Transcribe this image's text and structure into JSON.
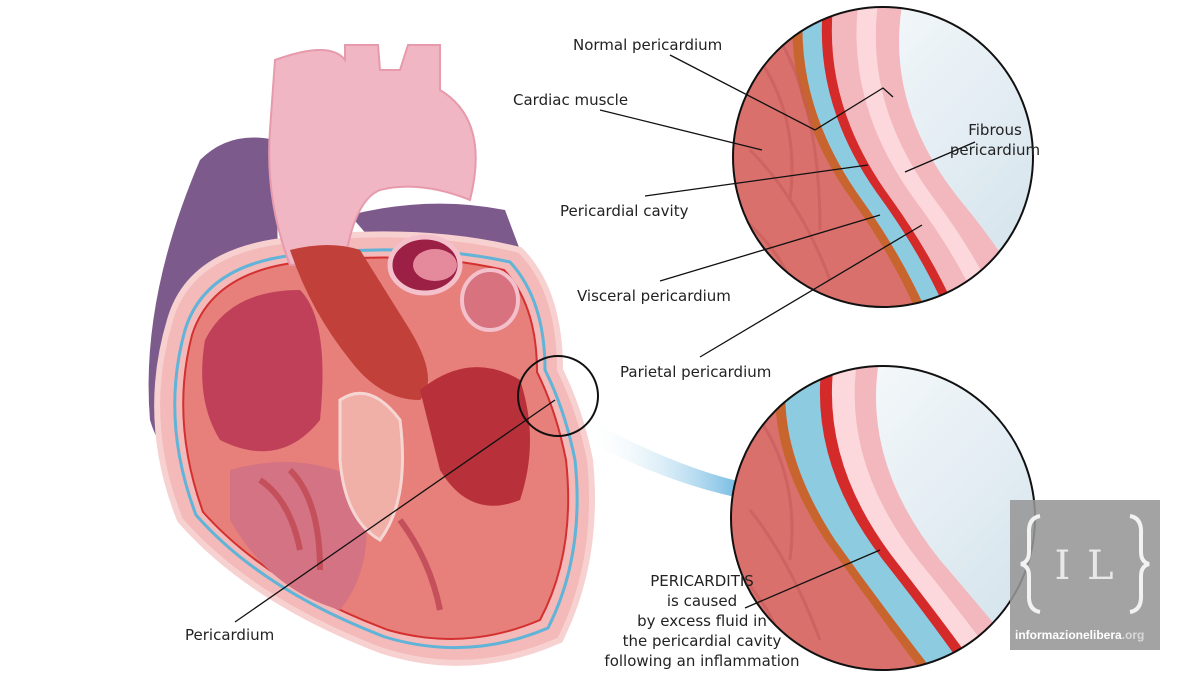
{
  "labels": {
    "normal_pericardium": "Normal pericardium",
    "cardiac_muscle": "Cardiac muscle",
    "fibrous_pericardium_1": "Fibrous",
    "fibrous_pericardium_2": "pericardium",
    "pericardial_cavity": "Pericardial cavity",
    "visceral_pericardium": "Visceral pericardium",
    "parietal_pericardium": "Parietal pericardium",
    "pericardium": "Pericardium"
  },
  "pericarditis_note": [
    "PERICARDITIS",
    "is caused",
    "by excess fluid in",
    "the pericardial cavity",
    "following an inflammation"
  ],
  "watermark": {
    "logo_letters": "I L",
    "site_name": "informazionelibera",
    "site_tld": ".org"
  },
  "colors": {
    "muscle": "#d9706c",
    "fluid": "#8ccbe0",
    "visceral": "#c8642e",
    "parietal": "#d42a2a",
    "fibrous": "#f2b8bd",
    "aorta": "#f0b6c4",
    "vein": "#7d5a8c"
  }
}
